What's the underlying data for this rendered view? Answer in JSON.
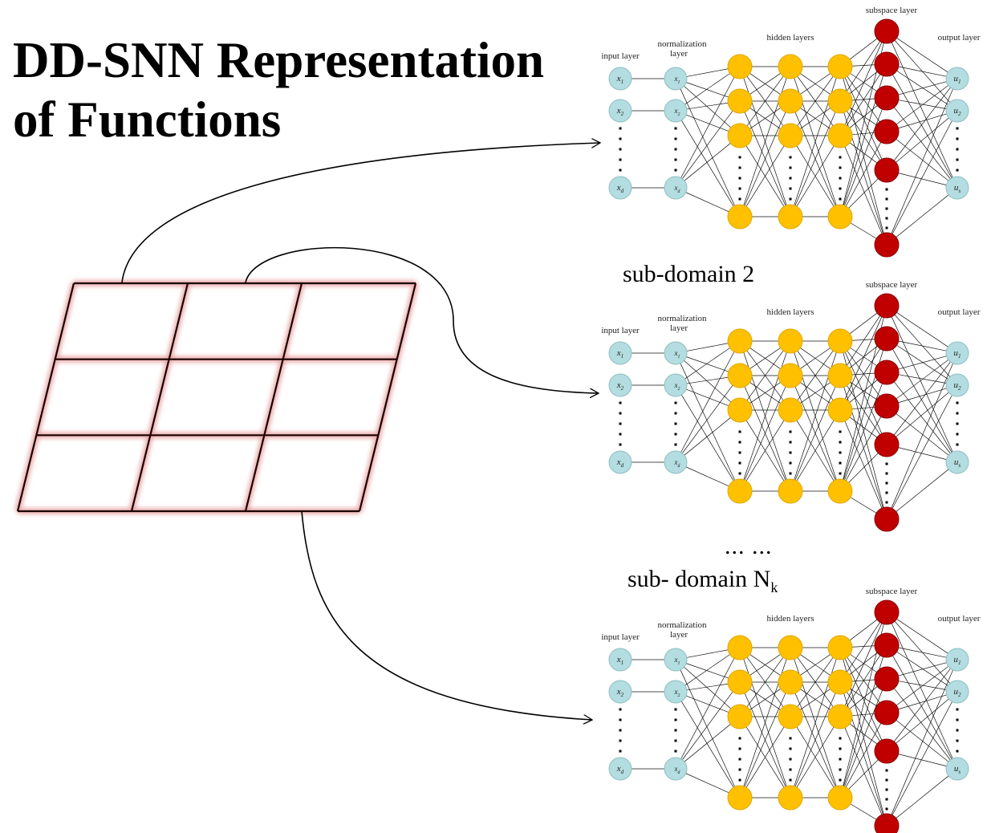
{
  "title": {
    "line1": "DD-SNN Representation",
    "line2": "of Functions"
  },
  "subdomain_labels": {
    "second": "sub-domain 2",
    "last_prefix": "sub- domain N",
    "last_subscript": "k"
  },
  "ellipsis": "... ...",
  "network": {
    "layer_labels": {
      "input": "input layer",
      "normalization_line1": "normalization",
      "normalization_line2": "layer",
      "hidden": "hidden layers",
      "subspace": "subspace layer",
      "output": "output layer"
    },
    "input_nodes": [
      "x1",
      "x2",
      "xd"
    ],
    "normalization_nodes": [
      "x1",
      "x2",
      "xd"
    ],
    "output_nodes": [
      "u1",
      "u2",
      "us"
    ],
    "hidden_layer_count": 3,
    "colors": {
      "input": "#b3dde0",
      "hidden": "#ffc000",
      "subspace": "#c00000",
      "grid_glow": "#e8a4a4"
    }
  },
  "domain_grid": {
    "rows": 3,
    "cols": 3
  }
}
